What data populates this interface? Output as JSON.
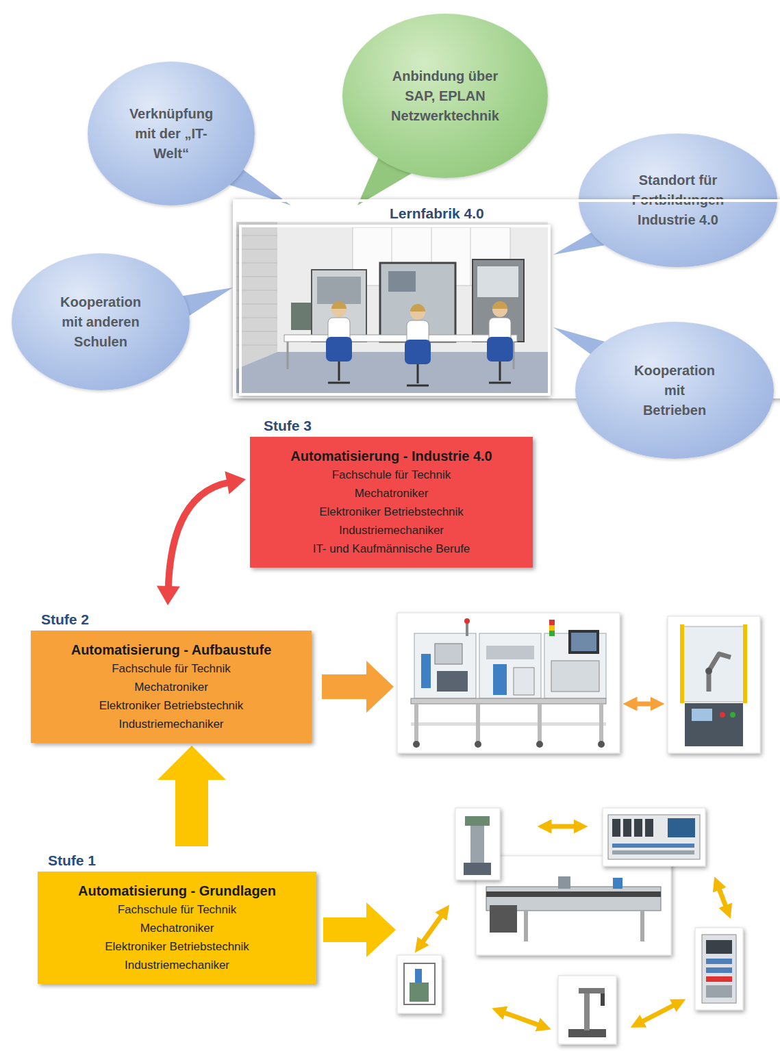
{
  "diagram": {
    "nodes": [
      {
        "text": [
          "Anbindung über SAP, EPLAN Netzwerktechnik"
        ]
      },
      {
        "text": [
          "Verknüpfung mit der „IT-Welt“"
        ]
      },
      {
        "text": [
          "Standort für Fortbildungen Industrie 4.0"
        ]
      },
      {
        "text": [
          "Lernfabrik 4.0"
        ]
      },
      {
        "text": [
          "Kooperation mit anderen Schulen"
        ]
      },
      {
        "text": [
          "Kooperation mit Betrieben"
        ]
      },
      {
        "text": [
          "Stufe 3",
          "Automatisierung - Industrie 4.0",
          "Fachschule für Technik",
          "Mechatroniker",
          "Elektroniker Betriebstechnik",
          "Industriemechaniker",
          "IT- und Kaufmännische Berufe"
        ]
      },
      {
        "text": [
          "Stufe 2",
          "Automatisierung - Aufbaustufe",
          "Fachschule für Technik",
          "Mechatroniker",
          "Elektroniker Betriebstechnik",
          "Industriemechaniker"
        ]
      },
      {
        "text": [
          "Stufe 1",
          "Automatisierung - Grundlagen",
          "Fachschule für Technik",
          "Mechatroniker",
          "Elektroniker Betriebstechnik",
          "Industriemechaniker"
        ]
      }
    ],
    "edges": [
      {
        "from": 6,
        "to": 7,
        "arrow": "both"
      },
      {
        "from": 8,
        "to": 7,
        "arrow": "to"
      }
    ]
  }
}
